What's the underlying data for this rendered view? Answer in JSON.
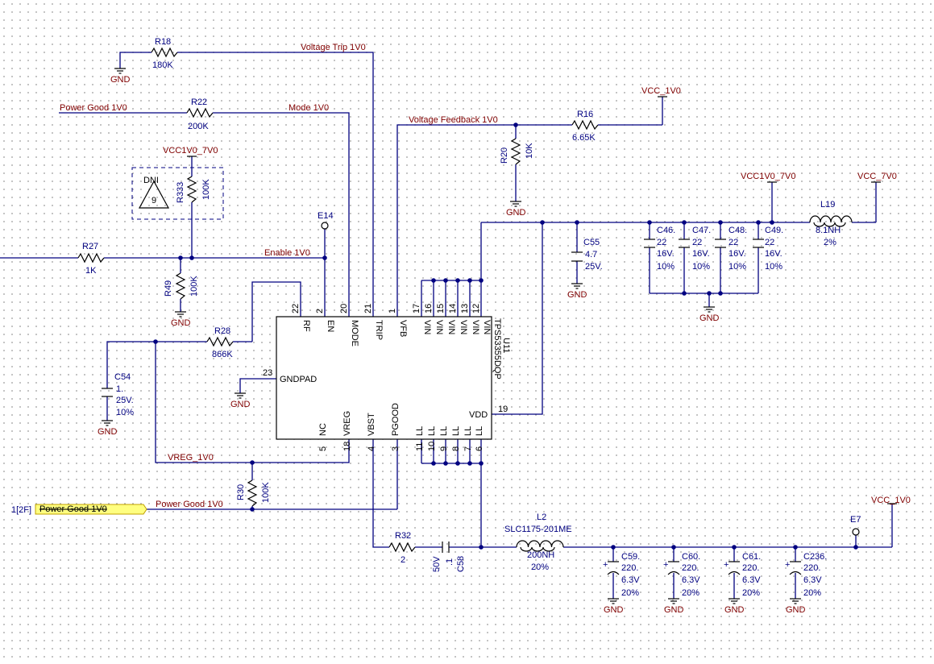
{
  "ic": {
    "designator": "U11",
    "part": "TPS53355DQP",
    "top_pins": [
      {
        "num": "22",
        "name": "RF"
      },
      {
        "num": "2",
        "name": "EN"
      },
      {
        "num": "20",
        "name": "MODE"
      },
      {
        "num": "21",
        "name": "TRIP"
      },
      {
        "num": "1",
        "name": "VFB"
      },
      {
        "num": "17",
        "name": "VIN"
      },
      {
        "num": "16",
        "name": "VIN"
      },
      {
        "num": "15",
        "name": "VIN"
      },
      {
        "num": "14",
        "name": "VIN"
      },
      {
        "num": "13",
        "name": "VIN"
      },
      {
        "num": "12",
        "name": "VIN"
      }
    ],
    "bottom_pins": [
      {
        "num": "5",
        "name": "NC"
      },
      {
        "num": "18",
        "name": "VREG"
      },
      {
        "num": "4",
        "name": "VBST"
      },
      {
        "num": "3",
        "name": "PGOOD"
      },
      {
        "num": "11",
        "name": "LL"
      },
      {
        "num": "10",
        "name": "LL"
      },
      {
        "num": "9",
        "name": "LL"
      },
      {
        "num": "8",
        "name": "LL"
      },
      {
        "num": "7",
        "name": "LL"
      },
      {
        "num": "6",
        "name": "LL"
      }
    ],
    "gndpad": {
      "num": "23",
      "name": "GNDPAD"
    },
    "vdd": {
      "num": "19",
      "name": "VDD"
    }
  },
  "resistors": {
    "r18": {
      "ref": "R18",
      "value": "180K"
    },
    "r22": {
      "ref": "R22",
      "value": "200K"
    },
    "r333": {
      "ref": "R333",
      "value": "100K"
    },
    "r27": {
      "ref": "R27",
      "value": "1K"
    },
    "r49": {
      "ref": "R49",
      "value": "100K"
    },
    "r28": {
      "ref": "R28",
      "value": "866K"
    },
    "r30": {
      "ref": "R30",
      "value": "100K"
    },
    "r16": {
      "ref": "R16",
      "value": "6.65K"
    },
    "r20": {
      "ref": "R20",
      "value": "10K"
    },
    "r32": {
      "ref": "R32",
      "value": "2"
    }
  },
  "capacitors": {
    "c54": {
      "ref": "C54",
      "value": "1.",
      "voltage": "25V.",
      "tol": "10%"
    },
    "c55": {
      "ref": "C55",
      "value": "4.7",
      "voltage": "25V."
    },
    "c46": {
      "ref": "C46.",
      "value": "22",
      "voltage": "16V.",
      "tol": "10%"
    },
    "c47": {
      "ref": "C47.",
      "value": "22",
      "voltage": "16V.",
      "tol": "10%"
    },
    "c48": {
      "ref": "C48.",
      "value": "22",
      "voltage": "16V.",
      "tol": "10%"
    },
    "c49": {
      "ref": "C49.",
      "value": "22",
      "voltage": "16V.",
      "tol": "10%"
    },
    "c58": {
      "ref": "C58",
      "value": ".1",
      "voltage": "50V"
    },
    "c59": {
      "ref": "C59.",
      "value": "220.",
      "voltage": "6.3V",
      "tol": "20%"
    },
    "c60": {
      "ref": "C60.",
      "value": "220.",
      "voltage": "6.3V",
      "tol": "20%"
    },
    "c61": {
      "ref": "C61.",
      "value": "220.",
      "voltage": "6.3V",
      "tol": "20%"
    },
    "c236": {
      "ref": "C236.",
      "value": "220.",
      "voltage": "6.3V",
      "tol": "20%"
    }
  },
  "inductors": {
    "l19": {
      "ref": "L19",
      "value": "8.1NH",
      "tol": "2%"
    },
    "l2": {
      "ref": "L2",
      "part": "SLC1175-201ME",
      "value": "200NH",
      "tol": "20%"
    }
  },
  "nets": {
    "voltage_trip": "Voltage Trip 1V0",
    "power_good_left": "Power Good 1V0",
    "mode": "Mode 1V0",
    "enable": "Enable 1V0",
    "voltage_feedback": "Voltage Feedback 1V0",
    "vreg": "VREG_1V0",
    "power_good_bottom": "Power Good 1V0",
    "vcc1v0_7v0_a": "VCC1V0_7V0",
    "vcc1v0_7v0_b": "VCC1V0_7V0",
    "vcc_7v0": "VCC_7V0",
    "vcc_1v0_top": "VCC_1V0",
    "vcc_1v0_bottom": "VCC_1V0",
    "gnd": "GND"
  },
  "test_points": {
    "e14": "E14",
    "e7": "E7"
  },
  "dni": {
    "label": "DNI",
    "symbol": "9"
  },
  "port": {
    "ref": "1[2F]",
    "label": "Power Good 1V0"
  },
  "colors": {
    "wire": "#000080",
    "net_label": "#800000",
    "port_fill": "#ffff80",
    "port_border": "#c0a000"
  }
}
